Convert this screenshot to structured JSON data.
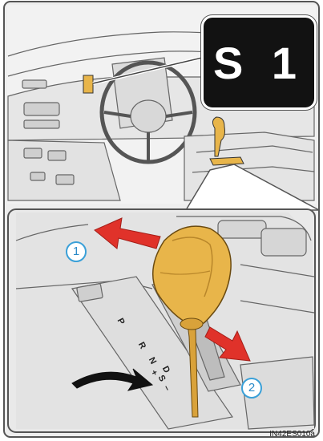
{
  "badge": {
    "text": "S 1"
  },
  "callouts": {
    "one": "1",
    "two": "2"
  },
  "gate_letters": [
    "P",
    "R",
    "N",
    "+",
    "S",
    "D",
    "–"
  ],
  "figure_code": "IN42ES010a",
  "colors": {
    "knob": "#e8b54a",
    "knob_dark": "#b8862a",
    "arrow_red": "#e0322a",
    "callout_blue": "#3aa0d8",
    "badge_bg": "#121212",
    "line": "#555555"
  },
  "icons": {
    "forward_arrow": "red-arrow-icon",
    "side_arrow": "red-arrow-icon",
    "curved_arrow": "curved-arrow-icon"
  }
}
